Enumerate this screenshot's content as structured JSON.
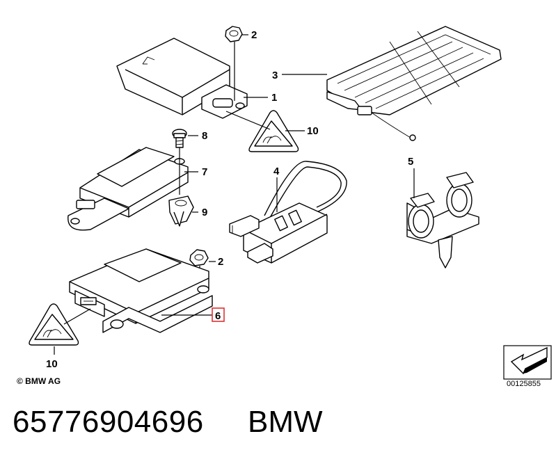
{
  "callouts": {
    "c1": "1",
    "c2a": "2",
    "c2b": "2",
    "c3": "3",
    "c4": "4",
    "c5": "5",
    "c6": "6",
    "c7": "7",
    "c8": "8",
    "c9": "9",
    "c10a": "10",
    "c10b": "10"
  },
  "highlight_color": "#e03030",
  "copyright": "© BMW AG",
  "diagram_id": "00125855",
  "part_number": "65776904696",
  "brand": "BMW"
}
